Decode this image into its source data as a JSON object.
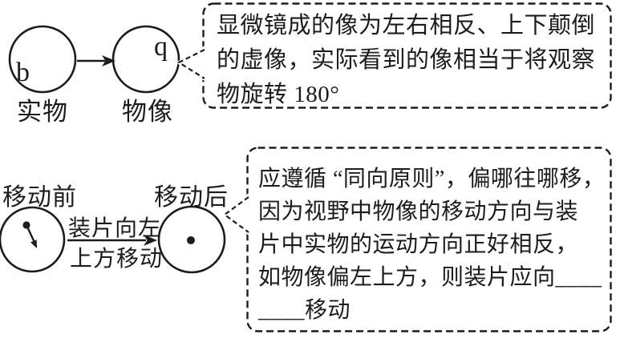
{
  "colors": {
    "ink": "#1c1c1c",
    "background": "#ffffff"
  },
  "top_section": {
    "object_circle_letter": "b",
    "image_circle_letter": "q",
    "object_label": "实物",
    "image_label": "物像",
    "callout_lines": [
      "显微镜成的像为左右相反、上下颠倒",
      "的虚像，实际看到的像相当于将观察",
      "物旋转 180°"
    ]
  },
  "bottom_section": {
    "before_label": "移动前",
    "after_label": "移动后",
    "move_caption_line1": "装片向左",
    "move_caption_line2": "上方移动",
    "callout_lines": [
      "应遵循 “同向原则”，偏哪往哪移，",
      "因为视野中物像的移动方向与装",
      "片中实物的运动方向正好相反，",
      "如物像偏左上方，则装片应向____",
      "____移动"
    ]
  }
}
